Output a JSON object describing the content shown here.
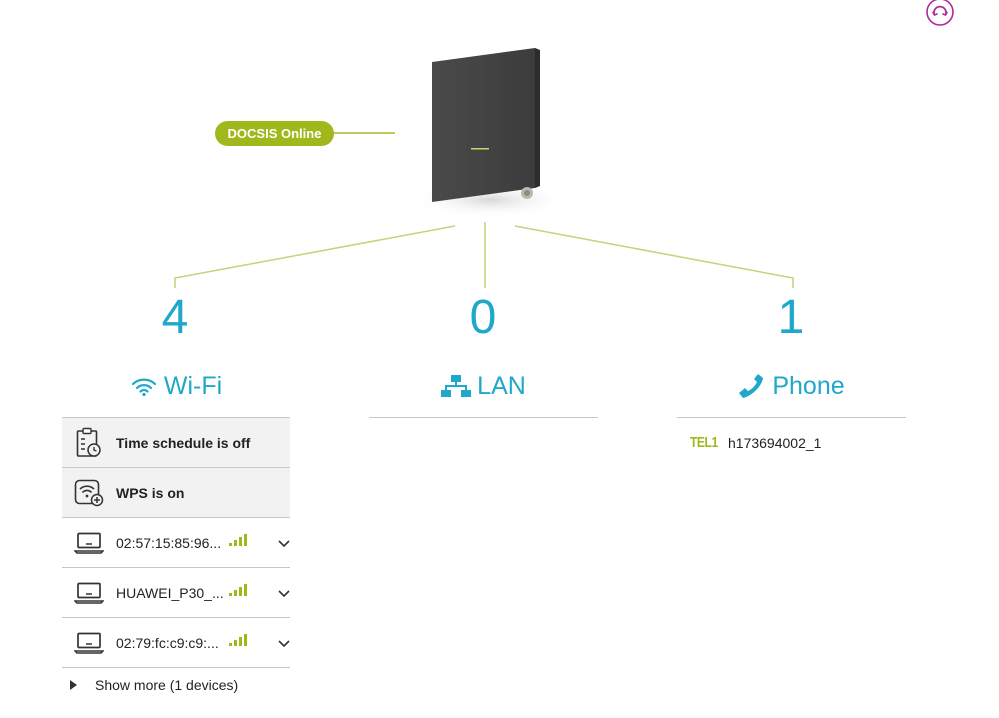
{
  "header": {
    "refresh_icon": "refresh-icon"
  },
  "router": {
    "status_label": "DOCSIS Online"
  },
  "sections": {
    "wifi": {
      "count": "4",
      "label": "Wi-Fi",
      "icon": "wifi-icon"
    },
    "lan": {
      "count": "0",
      "label": "LAN",
      "icon": "network-icon"
    },
    "phone": {
      "count": "1",
      "label": "Phone",
      "icon": "phone-icon"
    }
  },
  "wifi_list": {
    "schedule": {
      "label": "Time schedule is off",
      "icon": "schedule-icon"
    },
    "wps": {
      "label": "WPS is on",
      "icon": "wps-icon"
    },
    "devices": [
      {
        "name": "02:57:15:85:96...",
        "icon": "laptop-icon"
      },
      {
        "name": "HUAWEI_P30_...",
        "icon": "laptop-icon"
      },
      {
        "name": "02:79:fc:c9:c9:...",
        "icon": "laptop-icon"
      }
    ],
    "show_more": "Show more (1 devices)"
  },
  "phone_list": [
    {
      "line": "TEL1",
      "number": "h173694002_1"
    }
  ],
  "colors": {
    "accent": "#1fa8c9",
    "status": "#a0b81c",
    "refresh": "#b0299b"
  }
}
